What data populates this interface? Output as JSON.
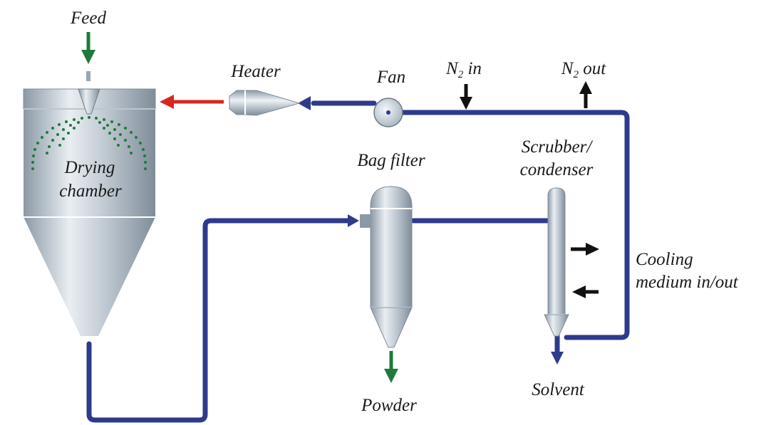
{
  "labels": {
    "feed": "Feed",
    "heater": "Heater",
    "fan": "Fan",
    "n2_in_prefix": "N",
    "n2_in_sub": "2",
    "n2_in_suffix": " in",
    "n2_out_prefix": "N",
    "n2_out_sub": "2",
    "n2_out_suffix": " out",
    "drying_chamber_line1": "Drying",
    "drying_chamber_line2": "chamber",
    "bag_filter": "Bag filter",
    "scrubber_line1": "Scrubber/",
    "scrubber_line2": "condenser",
    "cooling_line1": "Cooling",
    "cooling_line2": "medium in/out",
    "powder": "Powder",
    "solvent": "Solvent"
  },
  "colors": {
    "pipe": "#2e3a8c",
    "hot_gas_arrow": "#d8261f",
    "feed_arrow": "#1e7a3a",
    "spray_droplets": "#1e7a3a",
    "flow_arrow": "#111111",
    "vessel_steel": "#b9c3cc"
  },
  "icons": {
    "feed": "down-arrow-icon",
    "n2_in": "down-arrow-icon",
    "n2_out": "up-arrow-icon",
    "cooling_in": "right-arrow-icon",
    "cooling_out": "left-arrow-icon",
    "powder": "down-arrow-icon",
    "solvent": "down-arrow-icon",
    "hot_gas": "left-arrow-icon"
  }
}
